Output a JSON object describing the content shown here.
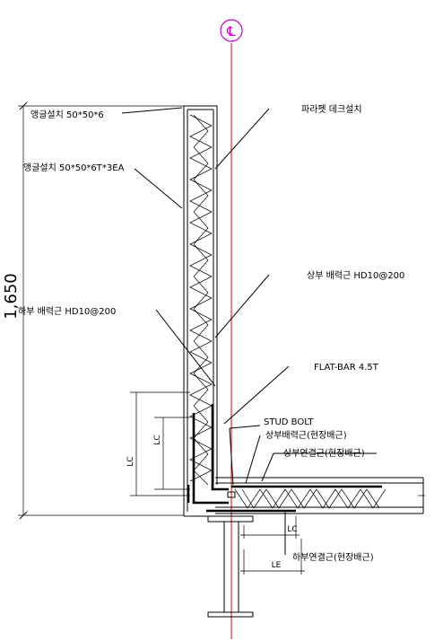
{
  "centerline": {
    "symbol": "℄",
    "color": "#cc00cc",
    "line_color": "#e00000"
  },
  "labels": {
    "angle_top": "앵글설치 50*50*6",
    "angle_mid": "앵글설치 50*50*6T*3EA",
    "deck": "파라펫 데크설치",
    "upper_bar": "상부 배력근 HD10@200",
    "lower_bar": "하부 배력근 HD10@200",
    "flat_bar": "FLAT-BAR 4.5T",
    "stud": "STUD BOLT",
    "upper_main": "상부배력근(현장배근)",
    "upper_conn": "상부연결근(현장배근)",
    "lower_conn": "하부연결근(현장배근)"
  },
  "dimensions": {
    "height": "1,650",
    "lc_inner": "LC",
    "lc_outer": "LC",
    "lc_bottom": "LC",
    "le_bottom": "LE"
  }
}
